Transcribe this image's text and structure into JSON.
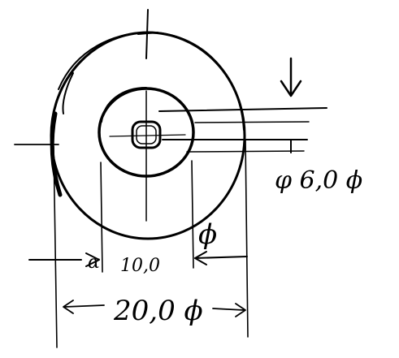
{
  "drawing": {
    "kind": "hand-drawn dimensioned sketch",
    "ink_color": "#000000",
    "paper_color": "#ffffff"
  },
  "labels": {
    "bore_dimension": "φ 6,0 ϕ",
    "inner_dimension": "10,0",
    "outer_dimension": "20,0 ϕ",
    "inner_mark_left": "α",
    "inner_mark_right": "ϕ"
  }
}
